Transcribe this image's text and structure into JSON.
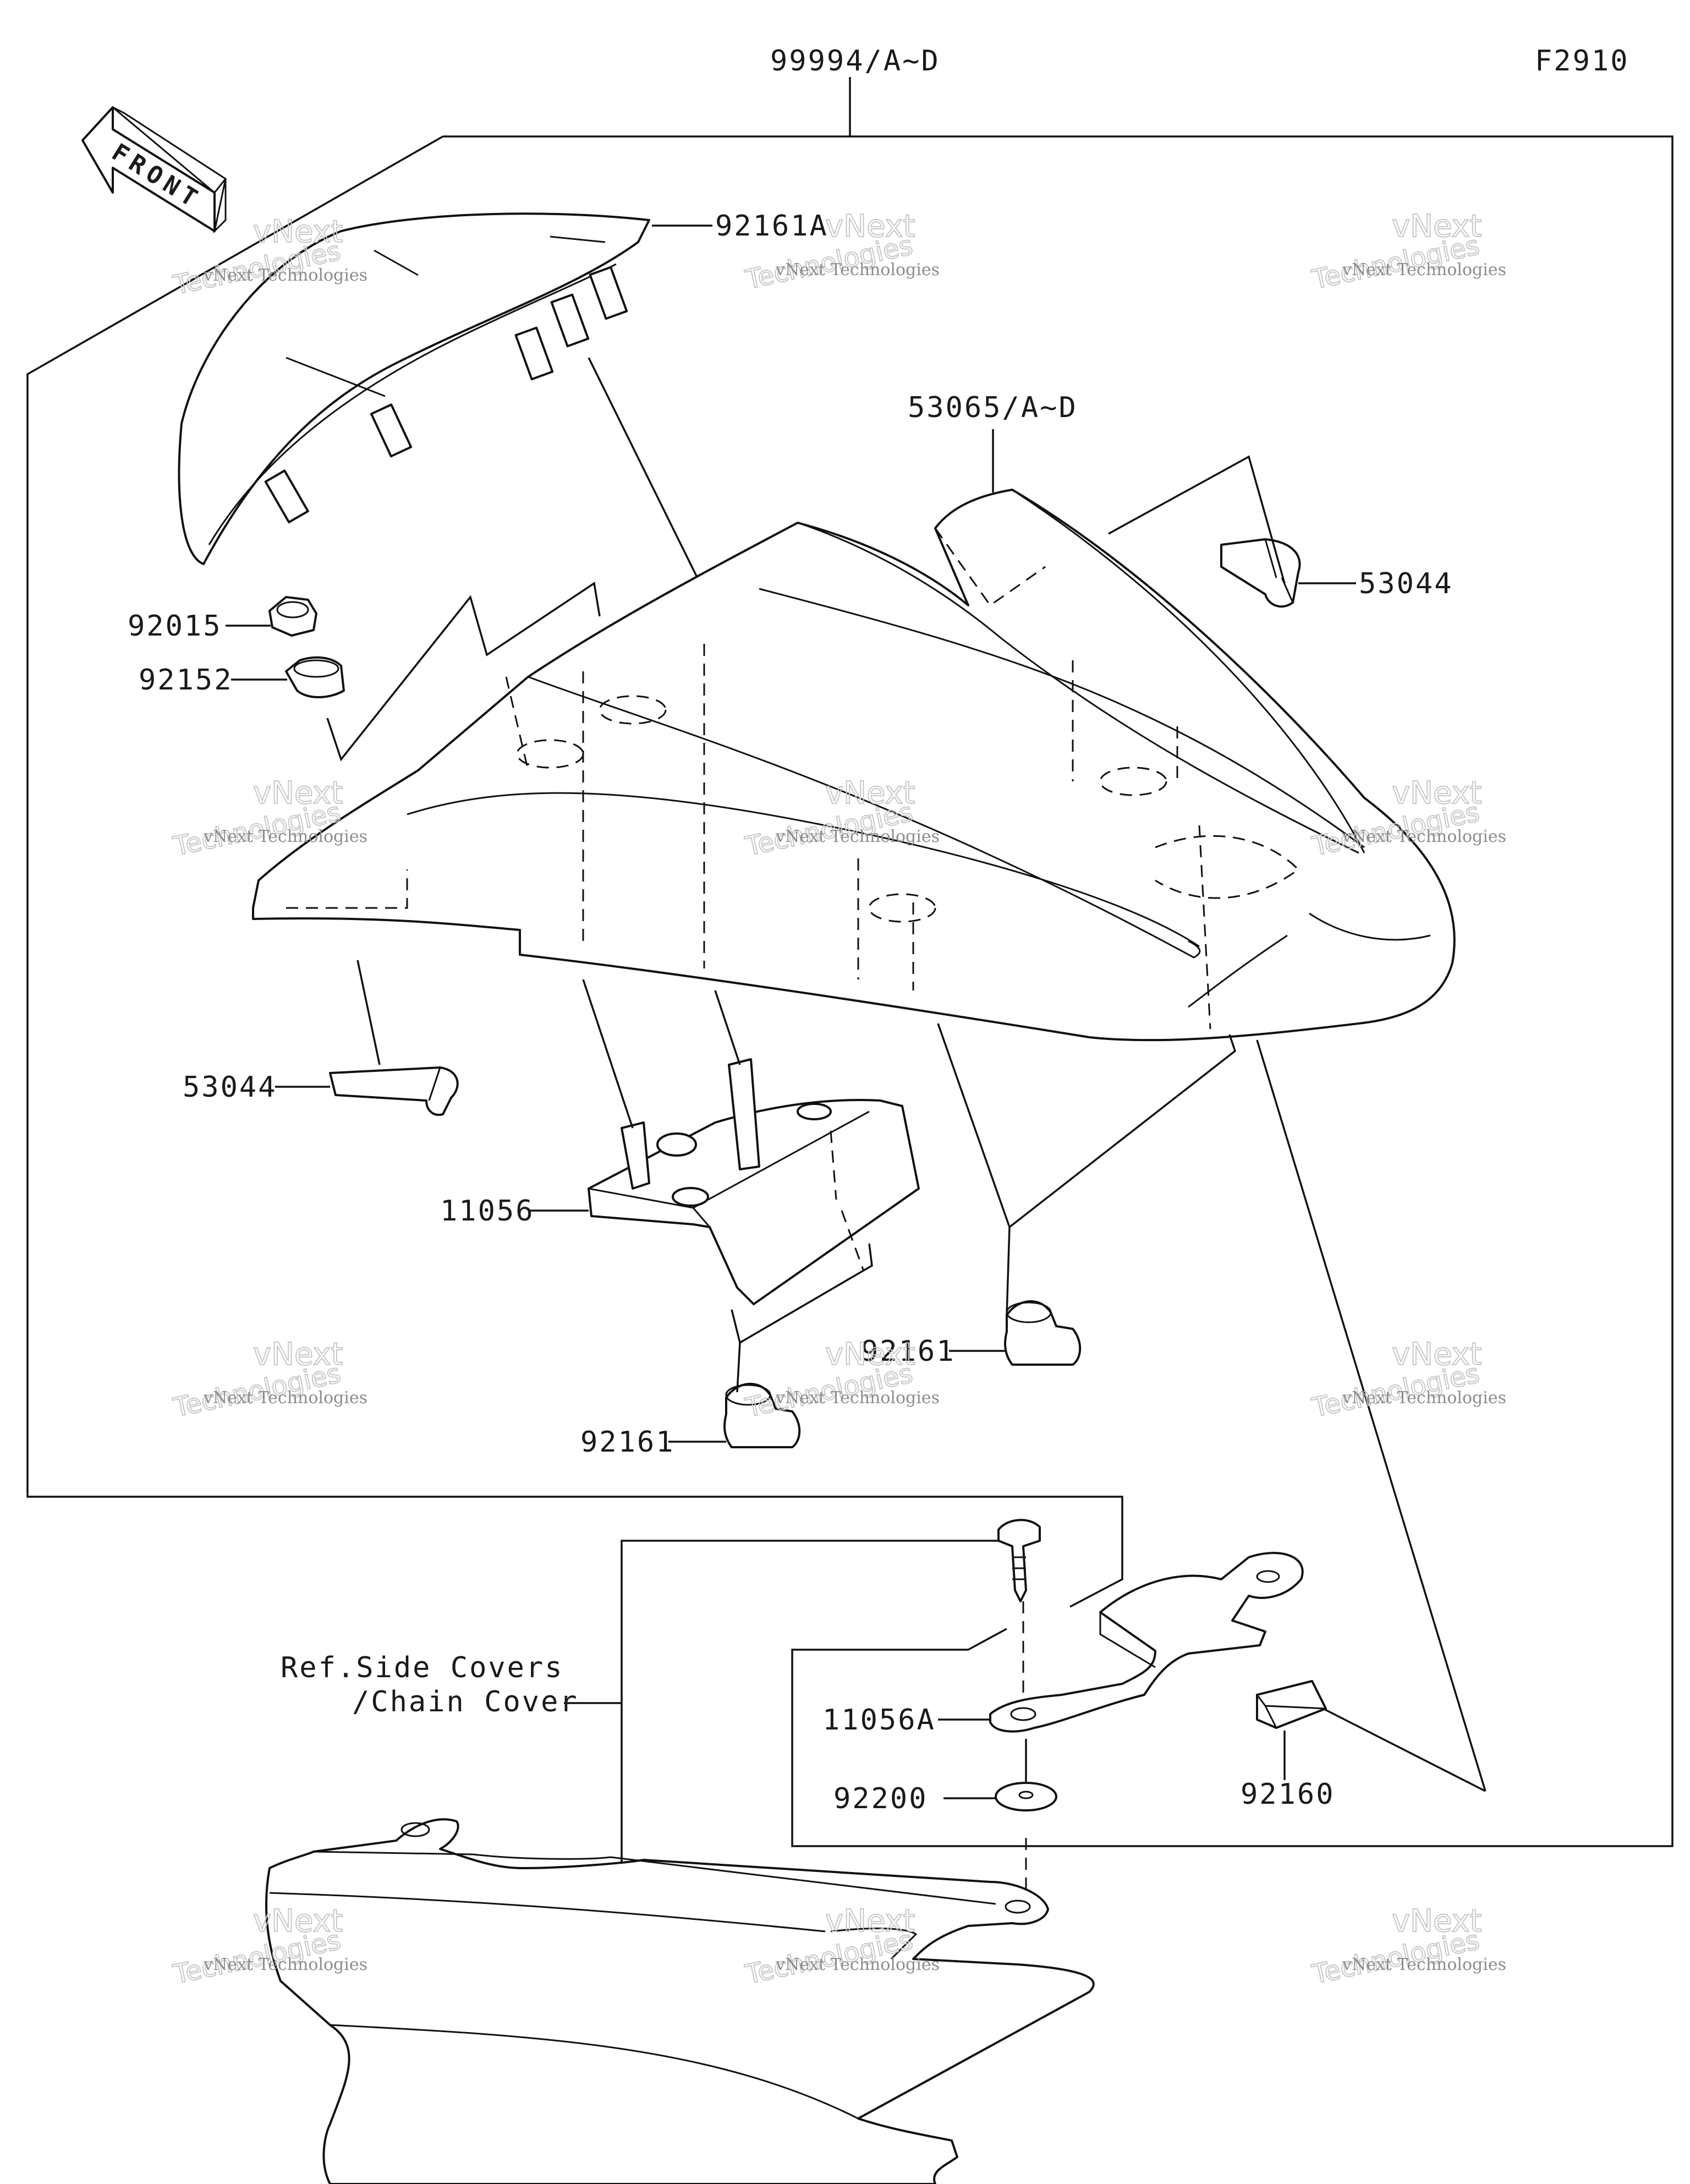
{
  "figure_code": "F2910",
  "front_arrow_text": "FRONT",
  "labels": {
    "assembly": "99994/A~D",
    "seat_cover_pad": "92161A",
    "seat_cover": "53065/A~D",
    "clip_right": "53044",
    "nut": "92015",
    "collar": "92152",
    "clip_left": "53044",
    "bracket": "11056",
    "damper_right": "92161",
    "damper_left": "92161",
    "bracket_small": "11056A",
    "washer": "92200",
    "pad_small": "92160",
    "ref_line1": "Ref.Side Covers",
    "ref_line2": "/Chain Cover"
  },
  "watermark": {
    "line1": "vNext Technologies",
    "line2": "vNext",
    "line3": "Technologies"
  }
}
